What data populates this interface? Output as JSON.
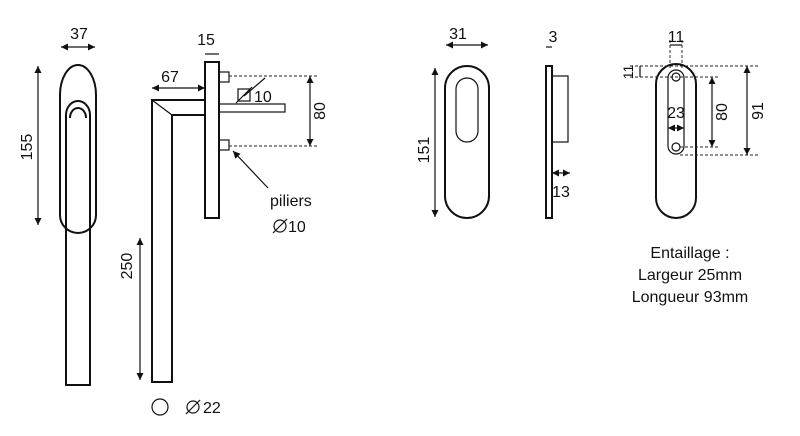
{
  "dimensions": {
    "handle_width": "37",
    "handle_height": "155",
    "side_depth": "67",
    "plate_thickness": "15",
    "square_spindle": "10",
    "piliers_spacing": "80",
    "lever_length": "250",
    "rosette_width": "31",
    "rosette_height": "151",
    "rosette_thickness": "3",
    "rosette_projection": "13",
    "hole_top_width": "11",
    "hole_top_offset": "11",
    "slot_width": "23",
    "hole_spacing": "80",
    "overall_spacing": "91"
  },
  "labels": {
    "piliers": "piliers",
    "piliers_diameter": "10",
    "tube_diameter": "22"
  },
  "notes": {
    "line1": "Entaillage :",
    "line2": "Largeur 25mm",
    "line3": "Longueur 93mm"
  }
}
